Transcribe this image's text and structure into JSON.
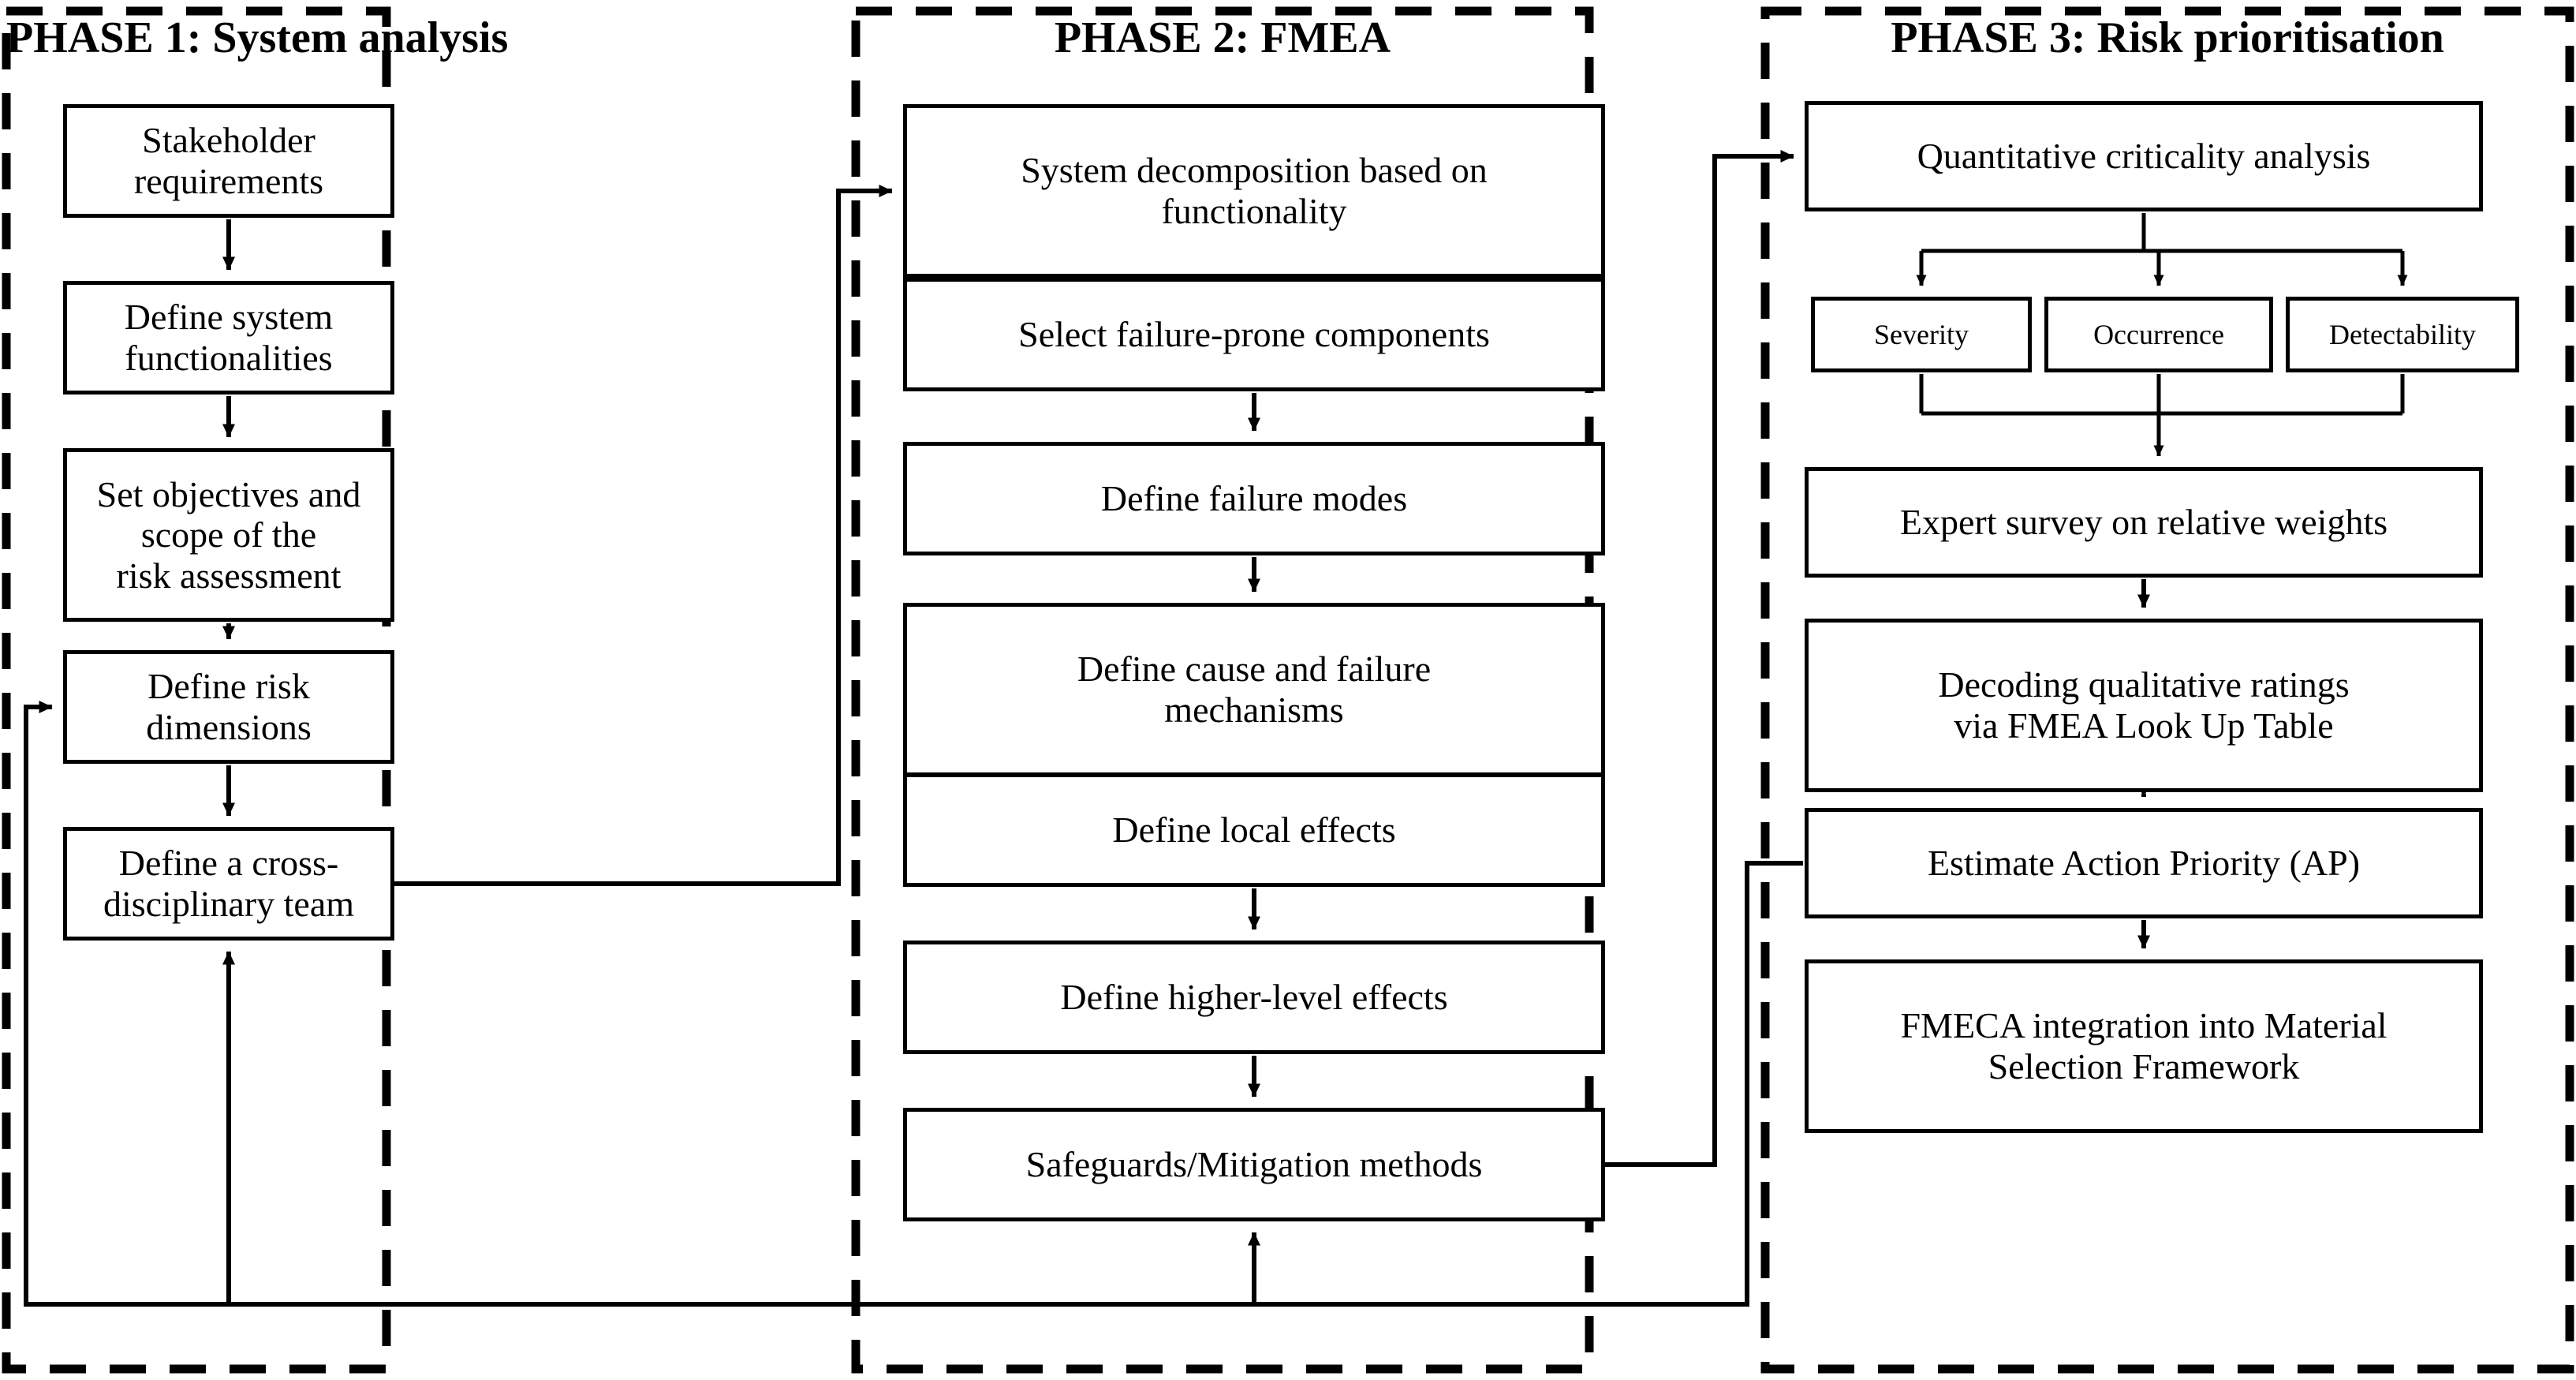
{
  "figure": {
    "type": "flowchart",
    "title": "Three-phase FMECA risk assessment framework",
    "orientation": "left-to-right phases, top-to-bottom steps",
    "stroke_color": "#000000",
    "background_color": "#ffffff",
    "phase_border_style": "dashed"
  },
  "phases": [
    {
      "id": "phase1",
      "title": "PHASE 1: System analysis",
      "steps": [
        {
          "id": "p1s1",
          "label": "Stakeholder requirements"
        },
        {
          "id": "p1s2",
          "label": "Define system functionalities"
        },
        {
          "id": "p1s3",
          "label": "Set objectives and scope of the risk assessment",
          "line1": "Set objectives and scope of the",
          "line2": "risk assessment"
        },
        {
          "id": "p1s4",
          "label": "Define risk dimensions"
        },
        {
          "id": "p1s5",
          "label": "Define a cross-disciplinary team"
        }
      ]
    },
    {
      "id": "phase2",
      "title": "PHASE 2: FMEA",
      "steps": [
        {
          "id": "p2s1",
          "label": "System decomposition based on functionality",
          "line1": "System decomposition based on",
          "line2": "functionality"
        },
        {
          "id": "p2s2",
          "label": "Select failure-prone components"
        },
        {
          "id": "p2s3",
          "label": "Define failure modes"
        },
        {
          "id": "p2s4",
          "label": "Define cause and failure mechanisms",
          "line1": "Define cause and failure",
          "line2": "mechanisms"
        },
        {
          "id": "p2s5",
          "label": "Define local effects"
        },
        {
          "id": "p2s6",
          "label": "Define higher-level effects"
        },
        {
          "id": "p2s7",
          "label": "Safeguards/Mitigation methods"
        }
      ]
    },
    {
      "id": "phase3",
      "title": "PHASE 3: Risk prioritisation",
      "steps": [
        {
          "id": "p3s1",
          "label": "Quantitative criticality analysis"
        },
        {
          "id": "p3s2a",
          "label": "Severity"
        },
        {
          "id": "p3s2b",
          "label": "Occurrence"
        },
        {
          "id": "p3s2c",
          "label": "Detectability"
        },
        {
          "id": "p3s3",
          "label": "Expert survey on relative weights"
        },
        {
          "id": "p3s4",
          "label": "Decoding qualitative ratings via FMEA Look Up Table",
          "line1": "Decoding qualitative ratings",
          "line2": "via FMEA Look Up Table"
        },
        {
          "id": "p3s5",
          "label": "Estimate Action Priority (AP)"
        },
        {
          "id": "p3s6",
          "label": "FMECA integration into Material Selection Framework",
          "line1": "FMECA integration into Material",
          "line2": "Selection Framework"
        }
      ]
    }
  ],
  "connections": [
    {
      "from": "p1s1",
      "to": "p1s2",
      "kind": "arrow-down"
    },
    {
      "from": "p1s2",
      "to": "p1s3",
      "kind": "arrow-down"
    },
    {
      "from": "p1s3",
      "to": "p1s4",
      "kind": "arrow-down"
    },
    {
      "from": "p1s4",
      "to": "p1s5",
      "kind": "arrow-down"
    },
    {
      "from": "p1s5",
      "to": "p2s1",
      "kind": "elbow-right-up-arrow"
    },
    {
      "from": "p2s1",
      "to": "p2s2",
      "kind": "arrow-down"
    },
    {
      "from": "p2s2",
      "to": "p2s3",
      "kind": "arrow-down"
    },
    {
      "from": "p2s3",
      "to": "p2s4",
      "kind": "arrow-down"
    },
    {
      "from": "p2s4",
      "to": "p2s5",
      "kind": "arrow-down"
    },
    {
      "from": "p2s5",
      "to": "p2s6",
      "kind": "arrow-down"
    },
    {
      "from": "p2s6",
      "to": "p2s7",
      "kind": "arrow-down"
    },
    {
      "from": "p2s7",
      "to": "p3s1",
      "kind": "elbow-right-up-arrow"
    },
    {
      "from": "p3s1",
      "to": "p3s2a",
      "kind": "fan-out-arrow-down"
    },
    {
      "from": "p3s1",
      "to": "p3s2b",
      "kind": "fan-out-arrow-down"
    },
    {
      "from": "p3s1",
      "to": "p3s2c",
      "kind": "fan-out-arrow-down"
    },
    {
      "from": "p3s2a",
      "to": "p3s3",
      "kind": "merge-arrow-down"
    },
    {
      "from": "p3s2b",
      "to": "p3s3",
      "kind": "merge-arrow-down"
    },
    {
      "from": "p3s2c",
      "to": "p3s3",
      "kind": "merge-arrow-down"
    },
    {
      "from": "p3s3",
      "to": "p3s4",
      "kind": "arrow-down"
    },
    {
      "from": "p3s4",
      "to": "p3s5",
      "kind": "arrow-down"
    },
    {
      "from": "p3s5",
      "to": "p3s6",
      "kind": "arrow-down"
    },
    {
      "from": "p3s5",
      "to": "p1s4",
      "kind": "feedback-left-loop-arrow"
    },
    {
      "from": "p3s5",
      "to": "p1s5",
      "kind": "feedback-up-arrow"
    },
    {
      "from": "p3s5",
      "to": "p2s7",
      "kind": "feedback-up-arrow"
    }
  ]
}
